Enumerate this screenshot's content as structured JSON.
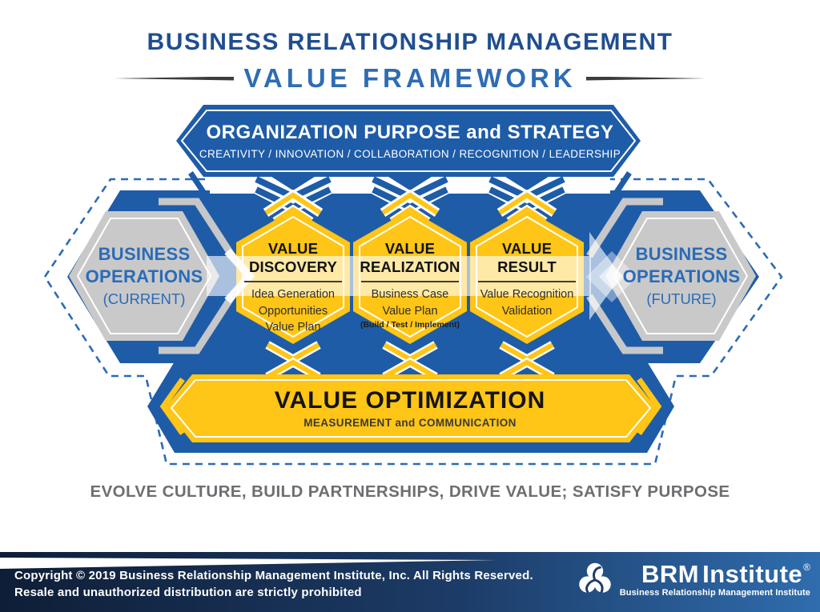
{
  "title": {
    "line1": "BUSINESS RELATIONSHIP MANAGEMENT",
    "line2": "VALUE  FRAMEWORK"
  },
  "top_banner": {
    "heading": "ORGANIZATION PURPOSE and STRATEGY",
    "subheading": "CREATIVITY / INNOVATION / COLLABORATION / RECOGNITION / LEADERSHIP"
  },
  "left_hexagon": {
    "line1": "BUSINESS",
    "line2": "OPERATIONS",
    "line3": "(CURRENT)"
  },
  "right_hexagon": {
    "line1": "BUSINESS",
    "line2": "OPERATIONS",
    "line3": "(FUTURE)"
  },
  "process_hexagons": [
    {
      "title_line1": "VALUE",
      "title_line2": "DISCOVERY",
      "items": [
        "Idea Generation",
        "Opportunities",
        "Value Plan"
      ],
      "note": ""
    },
    {
      "title_line1": "VALUE",
      "title_line2": "REALIZATION",
      "items": [
        "Business Case",
        "Value Plan"
      ],
      "note": "(Build / Test / Implement)"
    },
    {
      "title_line1": "VALUE",
      "title_line2": "RESULT",
      "items": [
        "Value Recognition",
        "Validation"
      ],
      "note": ""
    }
  ],
  "bottom_banner": {
    "heading": "VALUE OPTIMIZATION",
    "subheading": "MEASUREMENT and COMMUNICATION"
  },
  "tagline": "EVOLVE CULTURE, BUILD PARTNERSHIPS, DRIVE VALUE; SATISFY PURPOSE",
  "footer": {
    "copyright_line1": "Copyright © 2019 Business Relationship Management Institute, Inc. All Rights Reserved.",
    "copyright_line2": "Resale and unauthorized distribution are strictly prohibited",
    "logo": {
      "brand_bold": "BRM",
      "brand_regular": "Institute",
      "registered_mark": "®",
      "subtitle": "Business Relationship Management Institute",
      "icon": "brm-trefoil-icon"
    }
  },
  "colors": {
    "primary_blue": "#1E5CA8",
    "accent_yellow": "#FFC517",
    "hexagon_gray": "#C9C9C9",
    "title_navy": "#1F4E8F",
    "framework_blue": "#2E6DB4",
    "tagline_gray": "#6D6E71",
    "footer_gradient_start": "#0F1E37",
    "footer_gradient_end": "#2F6DAE"
  }
}
